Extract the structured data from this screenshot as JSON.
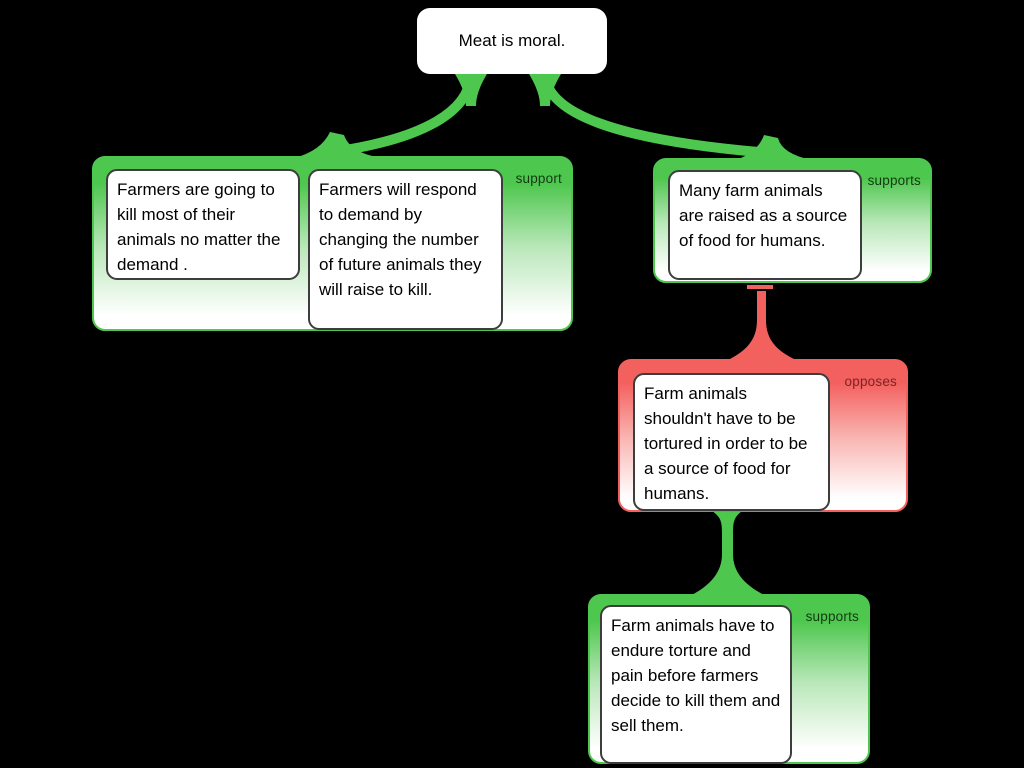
{
  "canvas": {
    "background": "#000000"
  },
  "root_claim": {
    "text": "Meat is moral."
  },
  "groups": [
    {
      "relation_label": "support",
      "relation_type": "support",
      "claims": [
        {
          "text": "Farmers are going to kill most of their animals no matter the demand ."
        },
        {
          "text": "Farmers will respond to demand by changing the number of future animals they will raise to kill."
        }
      ]
    },
    {
      "relation_label": "supports",
      "relation_type": "support",
      "claims": [
        {
          "text": "Many farm animals are raised as a source of food for humans."
        }
      ]
    },
    {
      "relation_label": "opposes",
      "relation_type": "oppose",
      "claims": [
        {
          "text": "Farm animals shouldn't have to be tortured in order to be a source of food for humans."
        }
      ]
    },
    {
      "relation_label": "supports",
      "relation_type": "support",
      "claims": [
        {
          "text": "Farm animals have to endure torture and pain before farmers decide to kill them and sell them."
        }
      ]
    }
  ],
  "colors": {
    "background": "#000000",
    "support_green": "#4ec74e",
    "support_label_text": "#133913",
    "oppose_red": "#f3615f",
    "oppose_label_text": "#7d2320",
    "claim_border": "#3d3d3d",
    "claim_background": "#ffffff",
    "text": "#000000"
  }
}
